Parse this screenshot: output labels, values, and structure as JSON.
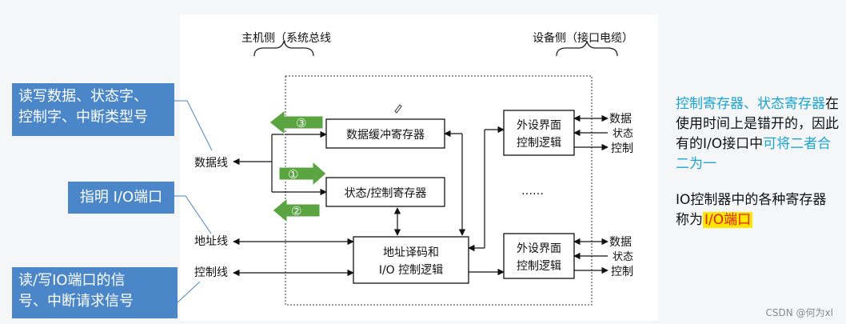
{
  "diagram": {
    "host_side_label": "主机侧（系统总线",
    "device_side_label": "设备侧（接口电缆）",
    "lines": {
      "data": "数据线",
      "address": "地址线",
      "control": "控制线"
    },
    "registers": {
      "data_buffer": "数据缓冲寄存器",
      "status_control": "状态/控制寄存器"
    },
    "decoder": {
      "line1": "地址译码和",
      "line2": "I/O 控制逻辑"
    },
    "device_interfaces": [
      {
        "line1": "外设界面",
        "line2": "控制逻辑",
        "signals": [
          "数据",
          "状态",
          "控制"
        ]
      },
      {
        "line1": "外设界面",
        "line2": "控制逻辑",
        "signals": [
          "数据",
          "状态",
          "控制"
        ]
      }
    ],
    "ellipsis": "……",
    "markers": [
      "③",
      "①",
      "②"
    ]
  },
  "callouts": {
    "data_line": [
      "读写数据、状态字、",
      "控制字、中断类型号"
    ],
    "address_line": [
      "指明 I/O端口"
    ],
    "control_line": [
      "读/写IO端口的信",
      "号、中断请求信号"
    ]
  },
  "note": {
    "p1_seg1": "控制寄存器、状态寄存器",
    "p1_seg2": "在使用时间上是错开的，因此有的I/O接口中",
    "p1_seg3": "可将二者合二为一",
    "p2_seg1": "IO控制器中的各种寄存器称为",
    "p2_seg2": "I/O端口"
  },
  "watermark": "CSDN @何为xl",
  "colors": {
    "callout_bg": "#4a86c8",
    "marker_green": "#5aa542",
    "cyan_text": "#1aa3d6",
    "highlight_bg": "#ffe600",
    "highlight_text": "#e02020"
  }
}
